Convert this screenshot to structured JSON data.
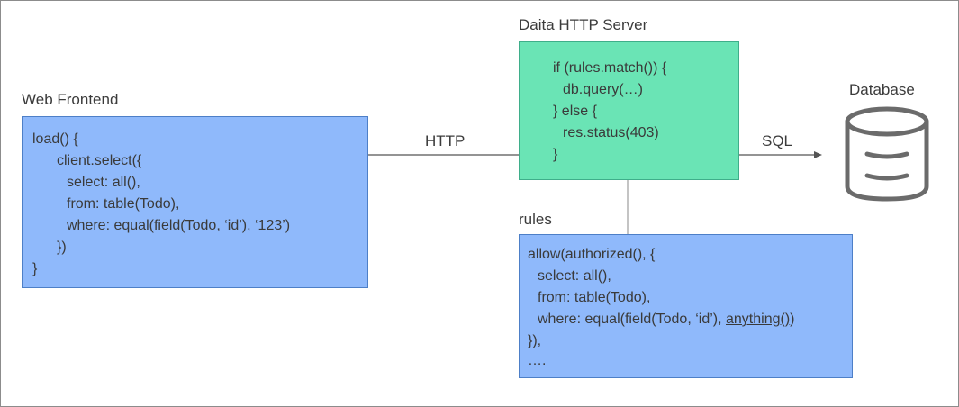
{
  "frontend": {
    "title": "Web Frontend",
    "code": [
      "load() {",
      "client.select({",
      "select: all(),",
      "from: table(Todo),",
      "where: equal(field(Todo, ‘id’), ‘123’)",
      "})",
      "}"
    ]
  },
  "server": {
    "title": "Daita HTTP Server",
    "code": [
      "if (rules.match()) {",
      "db.query(…)",
      "} else {",
      "res.status(403)",
      "}"
    ]
  },
  "rules": {
    "title": "rules",
    "code": [
      "allow(authorized(), {",
      "select: all(),",
      "from: table(Todo),",
      "where: equal(field(Todo, ‘id’), ",
      "}),",
      "…."
    ],
    "underlined": "anything()",
    "closing": ")"
  },
  "database": {
    "title": "Database",
    "icon": "database-icon"
  },
  "edges": {
    "http": "HTTP",
    "sql": "SQL"
  },
  "colors": {
    "frontend_fill": "#8fb9fb",
    "server_fill": "#6ae4b5",
    "rules_fill": "#8fb9fb",
    "line": "#555555",
    "icon": "#6b6b6b"
  }
}
